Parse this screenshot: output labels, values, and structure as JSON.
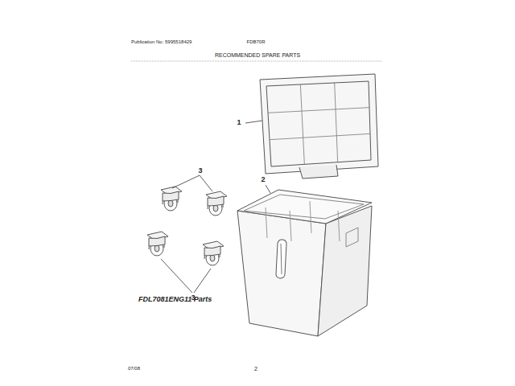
{
  "diagram": {
    "title": "RECOMMENDED SPARE PARTS",
    "caption": "FDL7081ENG11 Parts",
    "labels": [
      "Publication No: 5995518429",
      "FDB70R",
      "1",
      "3",
      "2",
      "3",
      "07/08",
      "2"
    ]
  }
}
